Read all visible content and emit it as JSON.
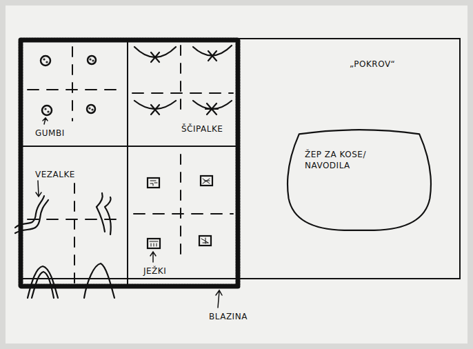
{
  "diagram": {
    "nodes": [
      {
        "text": [
          "„POKROV“"
        ]
      },
      {
        "text": [
          "BLAZINA"
        ],
        "in": 0
      },
      {
        "text": [
          "GUMBI"
        ],
        "in": 1
      },
      {
        "text": [
          "ŠČIPALKE"
        ],
        "in": 1
      },
      {
        "text": [
          "VEZALKE"
        ],
        "in": 1
      },
      {
        "text": [
          "JEŽKI"
        ],
        "in": 1
      },
      {
        "text": [
          "ŽEP ZA KOSE/ NAVODILA"
        ],
        "in": 0
      }
    ]
  }
}
